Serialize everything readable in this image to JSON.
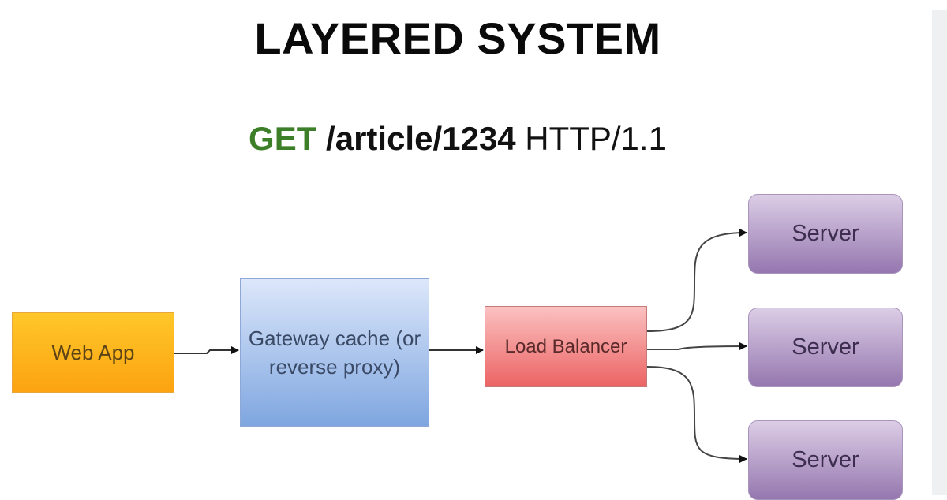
{
  "title": "LAYERED SYSTEM",
  "request": {
    "method": "GET",
    "path": "/article/1234",
    "protocol": "HTTP/1.1"
  },
  "nodes": {
    "web_app": "Web App",
    "gateway": "Gateway cache (or reverse proxy)",
    "load_balancer": "Load Balancer",
    "servers": [
      "Server",
      "Server",
      "Server"
    ]
  },
  "colors": {
    "method": "#3d7f28",
    "web_app": "#fdb31c",
    "gateway": "#a9c3ee",
    "load_balancer": "#f48a8a",
    "server": "#b7a2c9"
  }
}
